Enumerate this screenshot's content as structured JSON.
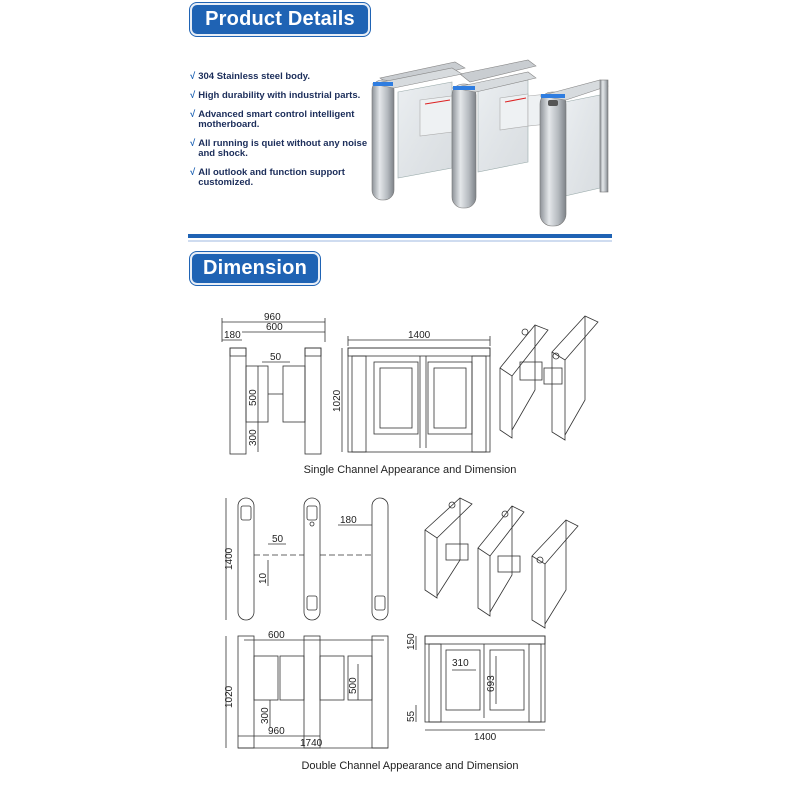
{
  "product_details": {
    "title": "Product Details",
    "features": [
      {
        "check": "√",
        "text": "304 Stainless steel body."
      },
      {
        "check": "√",
        "text": "High durability with industrial parts."
      },
      {
        "check": "√",
        "text": "Advanced smart control intelligent motherboard."
      },
      {
        "check": "√",
        "text": "All running is quiet without any noise and shock."
      },
      {
        "check": "√",
        "text": "All outlook and function support customized."
      }
    ]
  },
  "dimension": {
    "title": "Dimension",
    "single": {
      "caption": "Single Channel Appearance and Dimension",
      "labels": {
        "w960": "960",
        "w600": "600",
        "w180": "180",
        "w50": "50",
        "h500": "500",
        "h300": "300",
        "w1400": "1400",
        "h1020": "1020"
      }
    },
    "double": {
      "caption": "Double Channel Appearance and Dimension",
      "labels": {
        "h1400": "1400",
        "w50": "50",
        "h10": "10",
        "w180": "180",
        "w600": "600",
        "h1020": "1020",
        "h500": "500",
        "h300": "300",
        "w960": "960",
        "w1740": "1740",
        "h150": "150",
        "w310": "310",
        "h693": "693",
        "h55": "55",
        "w1400": "1400"
      }
    }
  },
  "colors": {
    "accent": "#1f63b4",
    "text": "#1b2d5a"
  }
}
